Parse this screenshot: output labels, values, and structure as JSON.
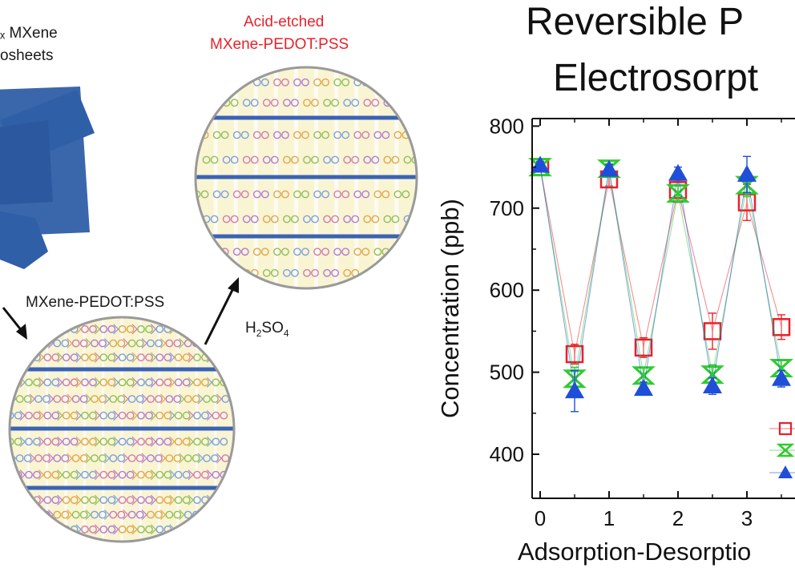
{
  "colors": {
    "flake": "#2f5fa6",
    "layer": "#3a63b5",
    "red": "#e8212a",
    "green": "#2ecc2e",
    "blue": "#1f4fd8"
  },
  "labels": {
    "mxene_top": "ₓ MXene",
    "mxene_bottom": "osheets",
    "acid_top": "Acid-etched",
    "acid_bottom": "MXene-PEDOT:PSS",
    "composite": "MXene-PEDOT:PSS",
    "acid_base": "H",
    "acid_sub1": "2",
    "acid_mid": "SO",
    "acid_sub2": "4"
  },
  "title": {
    "line1": "Reversible P",
    "line2": "Electrosorpt"
  },
  "chart_data": {
    "type": "scatter",
    "ylabel": "Concentration (ppb)",
    "xlabel": "Adsorption-Desorptio",
    "ylim": [
      360,
      810
    ],
    "xlim": [
      -0.15,
      3.75
    ],
    "yticks": [
      "400",
      "500",
      "600",
      "700",
      "800"
    ],
    "xticks": [
      "0",
      "1",
      "2",
      "3"
    ],
    "x": [
      0,
      0.5,
      1,
      1.5,
      2,
      2.5,
      3,
      3.5
    ],
    "series": [
      {
        "marker": "square",
        "color": "#e8212a",
        "values": [
          750,
          522,
          735,
          530,
          722,
          550,
          707,
          555
        ],
        "errors": [
          6,
          12,
          8,
          12,
          15,
          22,
          22,
          15
        ]
      },
      {
        "marker": "bowtie",
        "color": "#2ecc2e",
        "values": [
          750,
          492,
          748,
          496,
          718,
          497,
          728,
          505
        ],
        "errors": [
          5,
          14,
          6,
          10,
          10,
          12,
          14,
          10
        ]
      },
      {
        "marker": "triangle",
        "color": "#1f4fd8",
        "values": [
          752,
          477,
          747,
          480,
          742,
          483,
          741,
          492
        ],
        "errors": [
          5,
          25,
          6,
          8,
          8,
          10,
          22,
          10
        ]
      }
    ]
  }
}
